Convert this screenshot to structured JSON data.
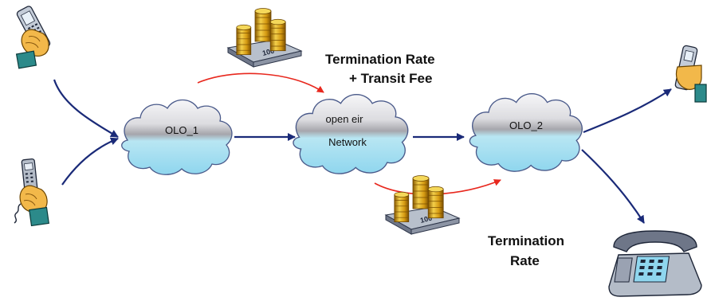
{
  "clouds": {
    "olo1": {
      "label": "OLO_1"
    },
    "openeir": {
      "line1": "open eir",
      "line2": "Network"
    },
    "olo2": {
      "label": "OLO_2"
    }
  },
  "captions": {
    "top_line1": "Termination Rate",
    "top_line2": "+  Transit Fee",
    "bottom_line1": "Termination",
    "bottom_line2": "Rate"
  },
  "icons": {
    "handset": "mobile-phone-in-hand-icon",
    "cordless": "cordless-phone-in-hand-icon",
    "desk_phone": "desk-telephone-icon",
    "money": "coins-and-banknotes-icon"
  },
  "colors": {
    "call_path": "#1a2a78",
    "payment_arrow": "#e8281e",
    "cloud_top": "#f4f4f6",
    "cloud_band": "#a8a8ae",
    "cloud_bottom": "#9fdcf0",
    "gold": "#d9a520"
  }
}
